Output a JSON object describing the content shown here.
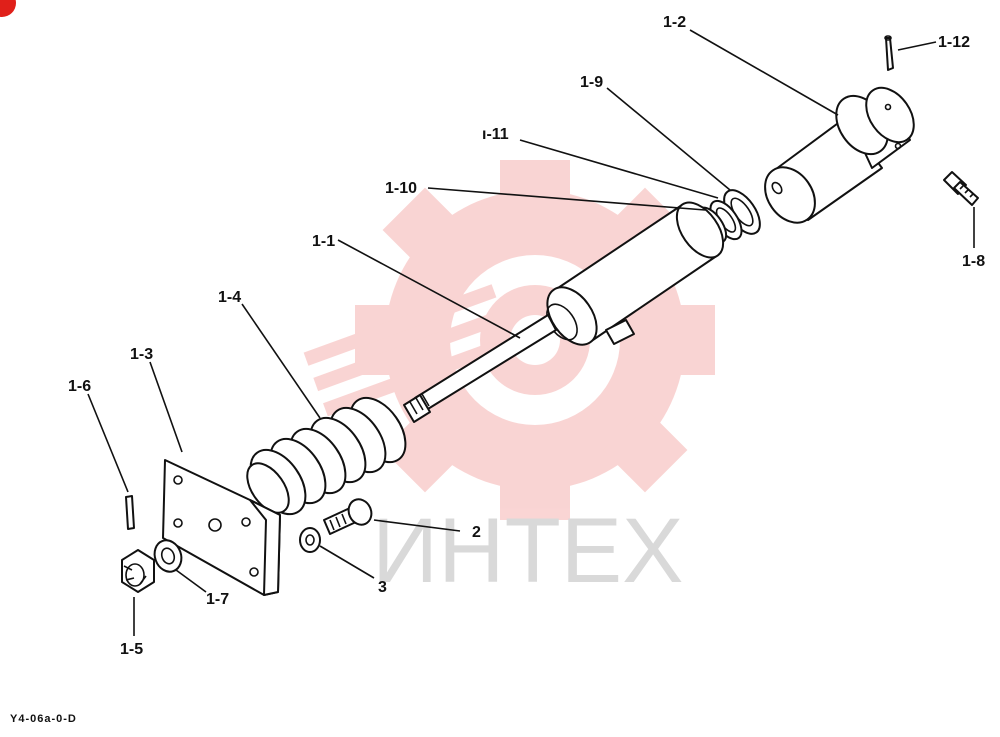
{
  "drawing_code": "Y4-06a-0-D",
  "watermark": {
    "text": "ИНТЕХ",
    "color": "#e8403a"
  },
  "badge_color": "#e0201a",
  "callouts": [
    {
      "id": "1-2",
      "label": "1-2"
    },
    {
      "id": "1-12",
      "label": "1-12"
    },
    {
      "id": "1-9",
      "label": "1-9"
    },
    {
      "id": "1-11",
      "label": "ı-11"
    },
    {
      "id": "1-10",
      "label": "1-10"
    },
    {
      "id": "1-1",
      "label": "1-1"
    },
    {
      "id": "1-8",
      "label": "1-8"
    },
    {
      "id": "1-4",
      "label": "1-4"
    },
    {
      "id": "1-3",
      "label": "1-3"
    },
    {
      "id": "1-6",
      "label": "1-6"
    },
    {
      "id": "2",
      "label": "2"
    },
    {
      "id": "3",
      "label": "3"
    },
    {
      "id": "1-7",
      "label": "1-7"
    },
    {
      "id": "1-5",
      "label": "1-5"
    }
  ]
}
